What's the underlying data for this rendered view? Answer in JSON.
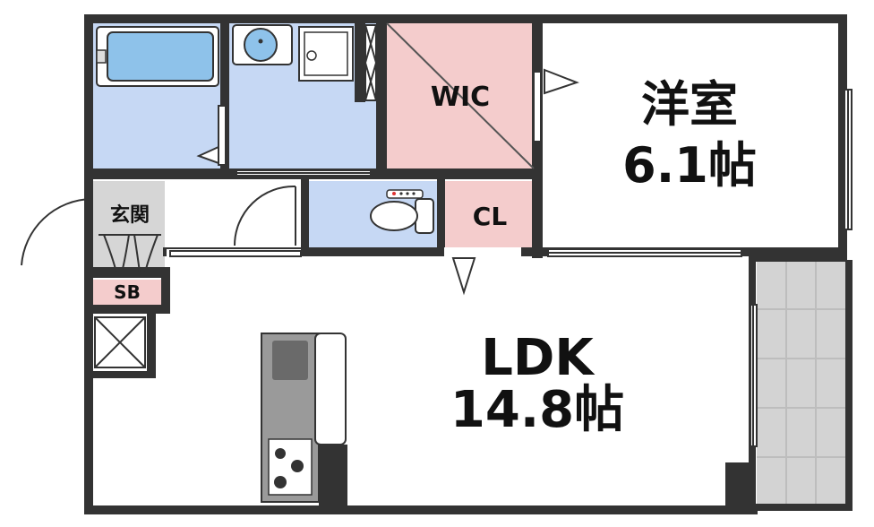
{
  "rooms": {
    "wic": {
      "label": "WIC"
    },
    "western_room": {
      "name": "洋室",
      "size": "6.1帖"
    },
    "closet": {
      "label": "CL"
    },
    "entrance": {
      "label": "玄関"
    },
    "shoe_box": {
      "label": "SB"
    },
    "ldk": {
      "name": "LDK",
      "size": "14.8帖"
    }
  },
  "colors": {
    "wall": "#333333",
    "wet_area": "#c6d8f4",
    "storage": "#f4cccc",
    "entrance_floor": "#d6d6d6",
    "balcony": "#d3d3d3",
    "kitchen": "#9a9a9a"
  }
}
